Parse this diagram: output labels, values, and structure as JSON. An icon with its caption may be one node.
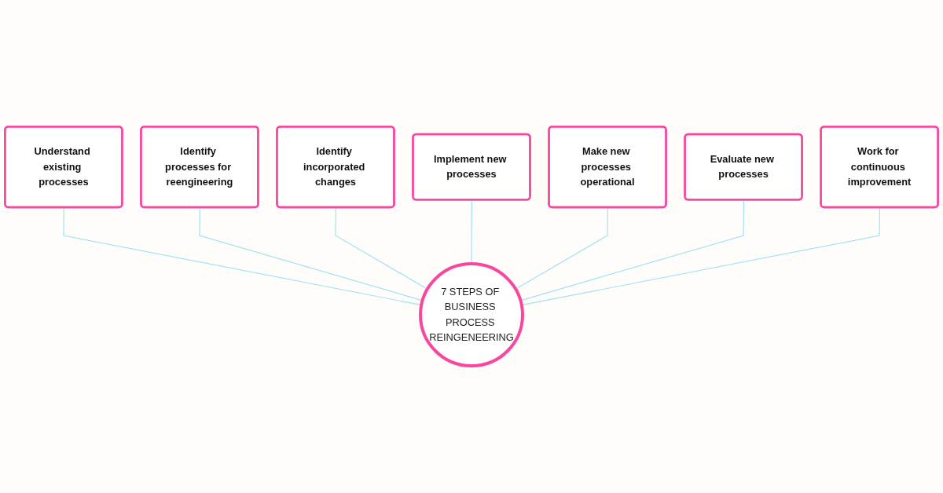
{
  "diagram": {
    "nodes": [
      {
        "text": [
          "7 STEPS OF BUSINESS PROCESS REINGENEERING"
        ]
      },
      {
        "text": [
          "Understand existing processes"
        ]
      },
      {
        "text": [
          "Identify processes for reengineering"
        ]
      },
      {
        "text": [
          "Identify incorporated changes"
        ]
      },
      {
        "text": [
          "Implement new processes"
        ]
      },
      {
        "text": [
          "Make new processes operational"
        ]
      },
      {
        "text": [
          "Evaluate new processes"
        ]
      },
      {
        "text": [
          "Work for continuous improvement"
        ]
      }
    ],
    "edges": [
      {
        "from": 0,
        "to": 1,
        "arrow": "none"
      },
      {
        "from": 0,
        "to": 2,
        "arrow": "none"
      },
      {
        "from": 0,
        "to": 3,
        "arrow": "none"
      },
      {
        "from": 0,
        "to": 4,
        "arrow": "none"
      },
      {
        "from": 0,
        "to": 5,
        "arrow": "none"
      },
      {
        "from": 0,
        "to": 6,
        "arrow": "none"
      },
      {
        "from": 0,
        "to": 7,
        "arrow": "none"
      }
    ]
  }
}
